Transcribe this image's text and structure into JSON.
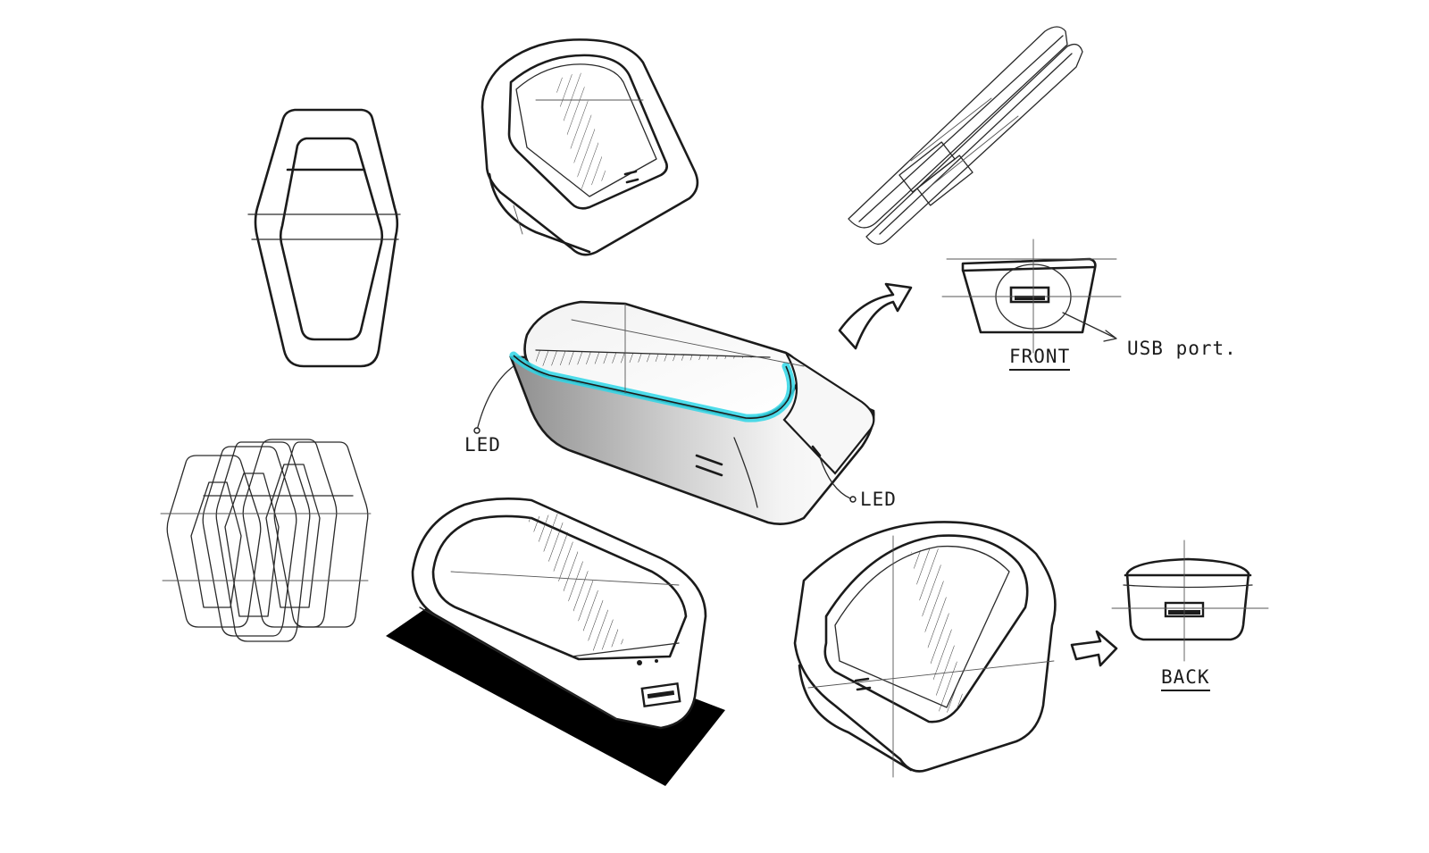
{
  "sketch": {
    "labels": {
      "led_left": "LED",
      "led_right": "LED",
      "front": "FRONT",
      "usb_port": "USB port.",
      "back": "BACK"
    },
    "colors": {
      "ink": "#1b1b1b",
      "led_glow": "#2fd6e6",
      "shadow": "#000000",
      "background": "#ffffff"
    }
  }
}
